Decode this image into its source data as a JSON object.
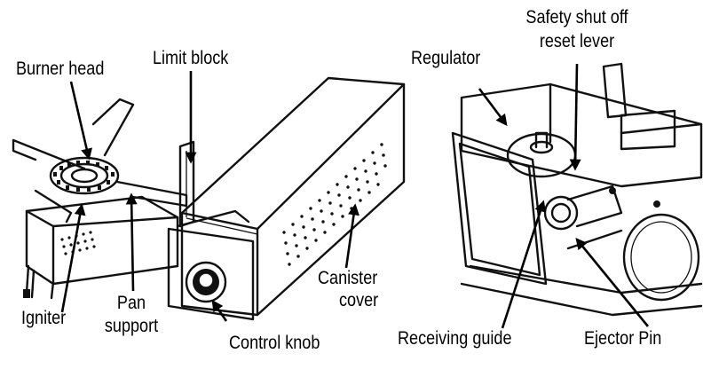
{
  "labels": {
    "burner_head": "Burner head",
    "limit_block": "Limit block",
    "igniter": "Igniter",
    "pan_support_line1": "Pan",
    "pan_support_line2": "support",
    "control_knob": "Control knob",
    "canister_cover_line1": "Canister",
    "canister_cover_line2": "cover",
    "regulator": "Regulator",
    "safety_line1": "Safety shut off",
    "safety_line2": "reset lever",
    "receiving_guide": "Receiving guide",
    "ejector_pin": "Ejector Pin"
  }
}
